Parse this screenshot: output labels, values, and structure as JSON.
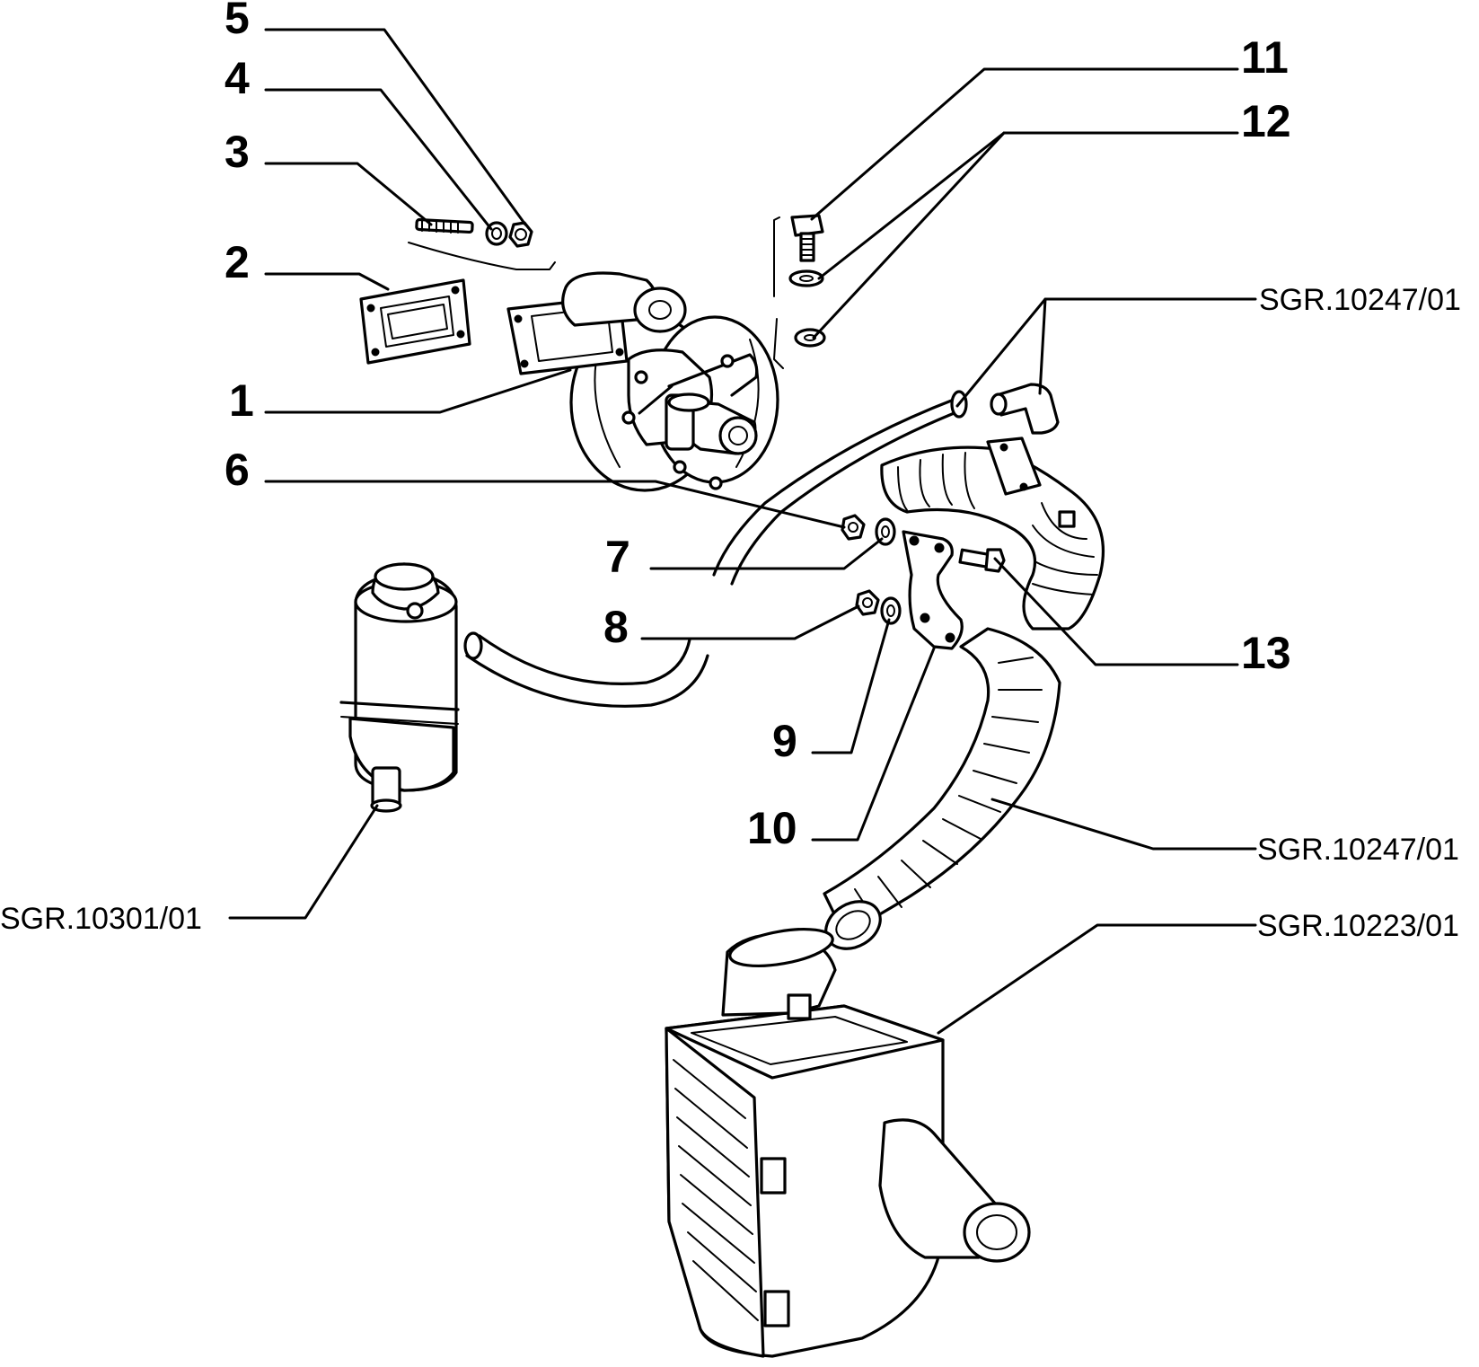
{
  "callouts": [
    {
      "id": "1",
      "label": "1"
    },
    {
      "id": "2",
      "label": "2"
    },
    {
      "id": "3",
      "label": "3"
    },
    {
      "id": "4",
      "label": "4"
    },
    {
      "id": "5",
      "label": "5"
    },
    {
      "id": "6",
      "label": "6"
    },
    {
      "id": "7",
      "label": "7"
    },
    {
      "id": "8",
      "label": "8"
    },
    {
      "id": "9",
      "label": "9"
    },
    {
      "id": "10",
      "label": "10"
    },
    {
      "id": "11",
      "label": "11"
    },
    {
      "id": "12",
      "label": "12"
    },
    {
      "id": "13",
      "label": "13"
    }
  ],
  "references": {
    "hose_top": "SGR.10247/01",
    "hose_bottom": "SGR.10247/01",
    "air_box": "SGR.10223/01",
    "oil_canister": "SGR.10301/01"
  }
}
